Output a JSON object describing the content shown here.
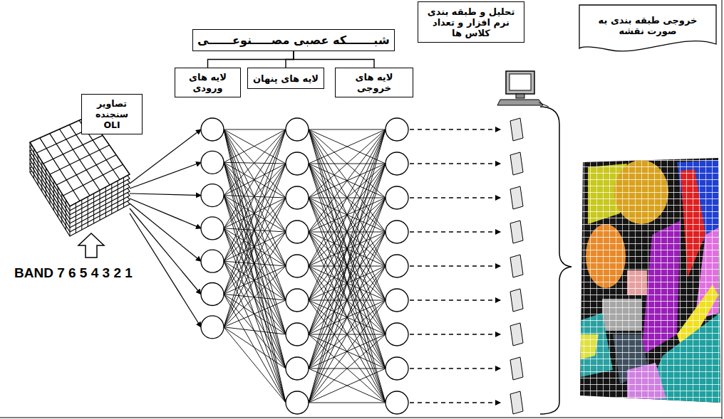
{
  "diagram": {
    "title": "شبـــــــکه عصبی مصـــــنوعــــــی",
    "nodes": [
      {
        "text": [
          "شبـــــــکه عصبی مصـــــنوعــــــی"
        ]
      },
      {
        "text": [
          "لایه های ورودی"
        ]
      },
      {
        "text": [
          "لایه های پنهان"
        ]
      },
      {
        "text": [
          "لایه های خروجی"
        ]
      },
      {
        "text": [
          "تصاویر سنجنده OLI"
        ]
      },
      {
        "text": [
          "تحلیل و طبقه بندی نرم افزار و تعداد کلاس ها"
        ]
      },
      {
        "text": [
          "خروجی طبقه بندی به صورت نقشه"
        ]
      }
    ],
    "edges": [
      {
        "from": 0,
        "to": 1,
        "arrow": "none"
      },
      {
        "from": 0,
        "to": 2,
        "arrow": "none"
      },
      {
        "from": 0,
        "to": 3,
        "arrow": "none"
      }
    ],
    "labels": [
      "BAND 7 6 5 4 3 2 1"
    ]
  }
}
